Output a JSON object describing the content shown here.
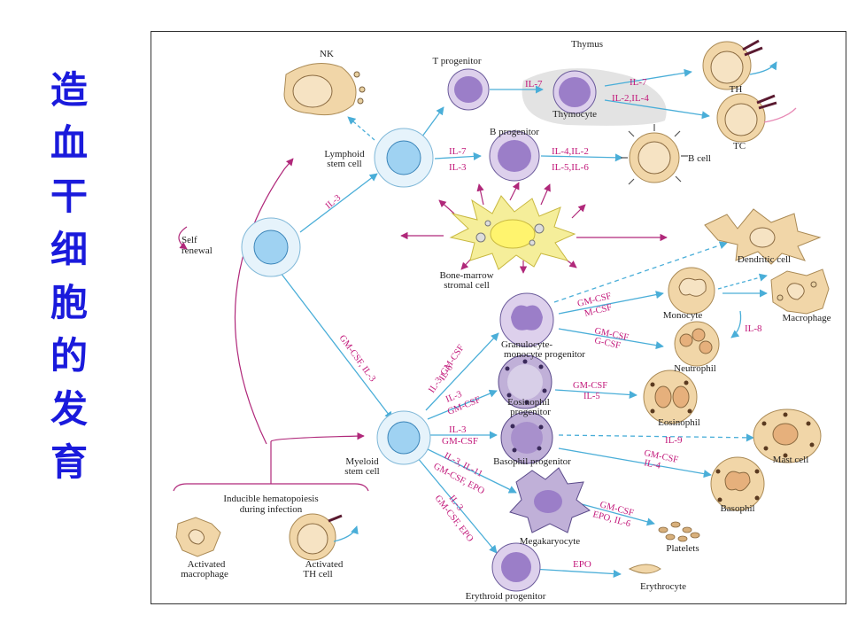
{
  "side_title": [
    "造",
    "血",
    "干",
    "细",
    "胞",
    "的",
    "发",
    "育"
  ],
  "colors": {
    "title": "#1a1adc",
    "arrow": "#4aaed8",
    "cytokine": "#c2187a",
    "nucleus": "#9b7ec8",
    "cell": "#f1d6a8",
    "stem": "#9fd2f2",
    "renewal": "#b0287a"
  },
  "labels": {
    "nk": "NK",
    "t_progenitor": "T progenitor",
    "thymus": "Thymus",
    "thymocyte": "Thymocyte",
    "th": "TH",
    "tc": "TC",
    "lymphoid": [
      "Lymphoid",
      "stem cell"
    ],
    "b_progenitor": "B progenitor",
    "b_cell": "B cell",
    "self_renewal": [
      "Self",
      "renewal"
    ],
    "stromal": [
      "Bone-marrow",
      "stromal cell"
    ],
    "dendritic": "Dendritic cell",
    "monocyte": "Monocyte",
    "macrophage": "Macrophage",
    "gm_progenitor": [
      "Granulocyte-",
      "monocyte progenitor"
    ],
    "neutrophil": "Neutrophil",
    "eos_progenitor": [
      "Eosinophil",
      "progenitor"
    ],
    "eosinophil": "Eosinophil",
    "myeloid": [
      "Myeloid",
      "stem cell"
    ],
    "basophil_progenitor": "Basophil progenitor",
    "mast": "Mast cell",
    "basophil": "Basophil",
    "megakaryocyte": "Megakaryocyte",
    "platelets": "Platelets",
    "erythroid": "Erythroid progenitor",
    "erythrocyte": "Erythrocyte",
    "inducible": [
      "Inducible hematopoiesis",
      "during infection"
    ],
    "act_macrophage": [
      "Activated",
      "macrophage"
    ],
    "act_th": [
      "Activated",
      "TH cell"
    ]
  },
  "cytokines": {
    "il7_t": "IL-7",
    "il7_thy": "IL-7",
    "il2_il4": "IL-2,IL-4",
    "il7_b": "IL-7",
    "il3_b": "IL-3",
    "il4_il2": "IL-4,IL-2",
    "il5_il6": "IL-5,IL-6",
    "il3_lymph": "IL-3",
    "gmcsf_il3_myeloid": "GM-CSF, IL-3",
    "gm_mcsf": [
      "GM-CSF",
      "M-CSF"
    ],
    "gm_gcsf": [
      "GM-CSF",
      "G-CSF"
    ],
    "il8": "IL-8",
    "il3_gmcsf_il6": [
      "IL-3, GM-CSF",
      "IL-6"
    ],
    "il3_gmcsf_eos": [
      "IL-3",
      "GM-CSF"
    ],
    "gmcsf_il5": [
      "GM-CSF",
      "IL-5"
    ],
    "il3_gmcsf_bas": [
      "IL-3",
      "GM-CSF"
    ],
    "il9": "IL-9",
    "gmcsf_il4": [
      "GM-CSF",
      "IL-4"
    ],
    "il3_il11": [
      "IL-3, IL-11",
      "GM-CSF, EPO"
    ],
    "gmcsf_epo_il6": [
      "GM-CSF",
      "EPO, IL-6"
    ],
    "il3_ery": [
      "IL-3",
      "GM-CSF, EPO"
    ],
    "epo": "EPO"
  }
}
